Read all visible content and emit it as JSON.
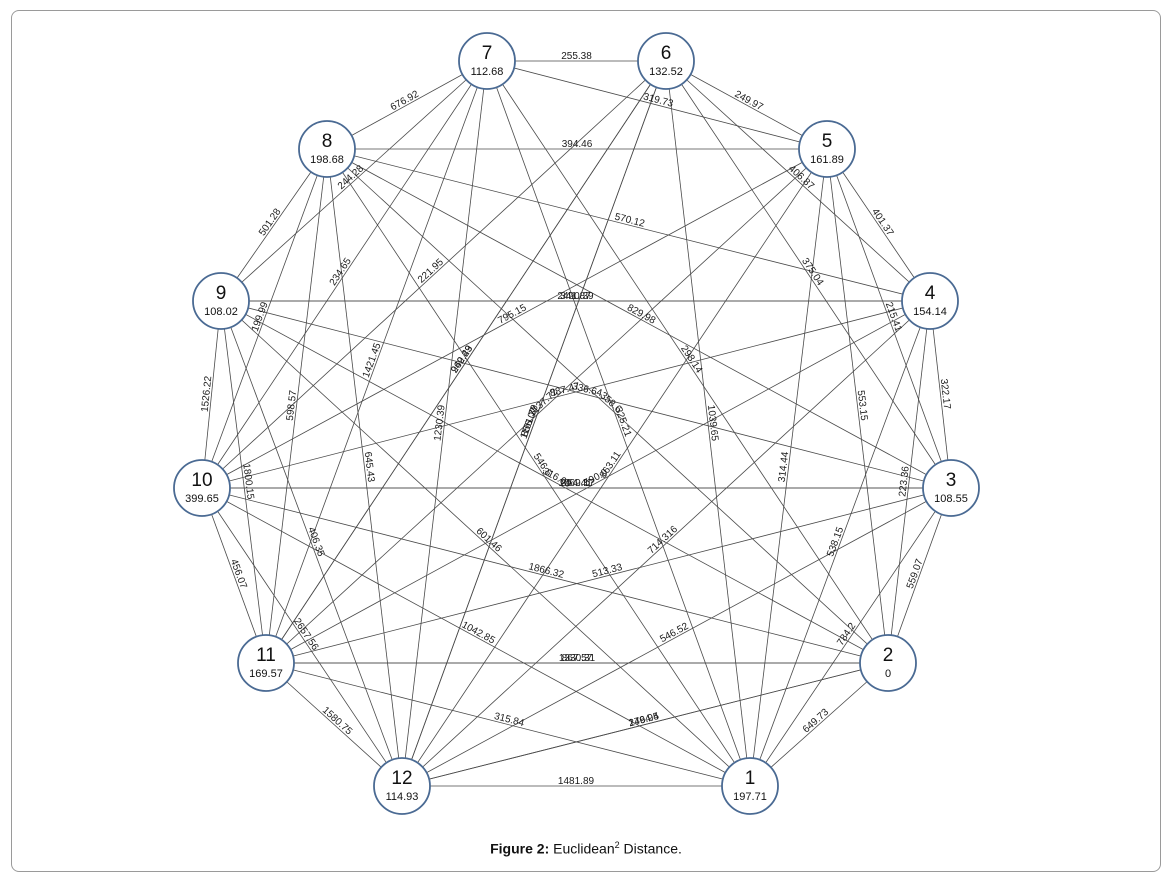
{
  "figure": {
    "caption_label": "Figure 2:",
    "caption_text_pre": "Euclidean",
    "caption_sup": "2",
    "caption_text_post": " Distance."
  },
  "graph": {
    "nodes": [
      {
        "id": "1",
        "value": "197.71"
      },
      {
        "id": "2",
        "value": "0"
      },
      {
        "id": "3",
        "value": "108.55"
      },
      {
        "id": "4",
        "value": "154.14"
      },
      {
        "id": "5",
        "value": "161.89"
      },
      {
        "id": "6",
        "value": "132.52"
      },
      {
        "id": "7",
        "value": "112.68"
      },
      {
        "id": "8",
        "value": "198.68"
      },
      {
        "id": "9",
        "value": "108.02"
      },
      {
        "id": "10",
        "value": "399.65"
      },
      {
        "id": "11",
        "value": "169.57"
      },
      {
        "id": "12",
        "value": "114.93"
      }
    ],
    "edges": [
      {
        "from": "7",
        "to": "6",
        "label": "255.38"
      },
      {
        "from": "6",
        "to": "5",
        "label": "249.97"
      },
      {
        "from": "7",
        "to": "8",
        "label": "676.92"
      },
      {
        "from": "7",
        "to": "5",
        "label": "319.73"
      },
      {
        "from": "6",
        "to": "3",
        "label": "375.04"
      },
      {
        "from": "8",
        "to": "5",
        "label": "394.46"
      },
      {
        "from": "8",
        "to": "9",
        "label": "501.28"
      },
      {
        "from": "7",
        "to": "9",
        "label": "244.28"
      },
      {
        "from": "8",
        "to": "2",
        "label": "358.6"
      },
      {
        "from": "6",
        "to": "4",
        "label": "406.87"
      },
      {
        "from": "5",
        "to": "4",
        "label": "401.37"
      },
      {
        "from": "8",
        "to": "10",
        "label": "199.99"
      },
      {
        "from": "7",
        "to": "10",
        "label": "234.65"
      },
      {
        "from": "8",
        "to": "4",
        "label": "570.12"
      },
      {
        "from": "8",
        "to": "12",
        "label": "645.43"
      },
      {
        "from": "6",
        "to": "12",
        "label": "1161.39"
      },
      {
        "from": "9",
        "to": "4",
        "label": "341.87"
      },
      {
        "from": "7",
        "to": "2",
        "label": "298.14"
      },
      {
        "from": "5",
        "to": "3",
        "label": "215.41"
      },
      {
        "from": "9",
        "to": "11",
        "label": "1800.15"
      },
      {
        "from": "5",
        "to": "11",
        "label": "1137.72"
      },
      {
        "from": "9",
        "to": "3",
        "label": "336.64"
      },
      {
        "from": "4",
        "to": "3",
        "label": "322.17"
      },
      {
        "from": "10",
        "to": "9",
        "label": "1526.22"
      },
      {
        "from": "7",
        "to": "11",
        "label": "1421.45"
      },
      {
        "from": "6",
        "to": "11",
        "label": "962.43"
      },
      {
        "from": "7",
        "to": "1",
        "label": "325.21"
      },
      {
        "from": "8",
        "to": "3",
        "label": "829.98"
      },
      {
        "from": "9",
        "to": "1",
        "label": "601.46"
      },
      {
        "from": "4",
        "to": "2",
        "label": "223.36"
      },
      {
        "from": "6",
        "to": "1",
        "label": "1039.65"
      },
      {
        "from": "5",
        "to": "10",
        "label": "795.15"
      },
      {
        "from": "4",
        "to": "10",
        "label": "887.47"
      },
      {
        "from": "3",
        "to": "11",
        "label": "513.33"
      },
      {
        "from": "6",
        "to": "10",
        "label": "221.95"
      },
      {
        "from": "5",
        "to": "1",
        "label": "314.44"
      },
      {
        "from": "4",
        "to": "12",
        "label": "714.316"
      },
      {
        "from": "7",
        "to": "12",
        "label": "1230.39"
      },
      {
        "from": "9",
        "to": "2",
        "label": "316.69"
      },
      {
        "from": "5",
        "to": "2",
        "label": "553.15"
      },
      {
        "from": "3",
        "to": "12",
        "label": "546.52"
      },
      {
        "from": "3",
        "to": "1",
        "label": "784.2"
      },
      {
        "from": "8",
        "to": "1",
        "label": "546.5"
      },
      {
        "from": "10",
        "to": "11",
        "label": "456.07"
      },
      {
        "from": "4",
        "to": "11",
        "label": "590.0"
      },
      {
        "from": "2",
        "to": "11",
        "label": "867.57"
      },
      {
        "from": "10",
        "to": "3",
        "label": "1069.17"
      },
      {
        "from": "3",
        "to": "2",
        "label": "559.07"
      },
      {
        "from": "9",
        "to": "12",
        "label": "406.35"
      },
      {
        "from": "4",
        "to": "1",
        "label": "538.15"
      },
      {
        "from": "11",
        "to": "1",
        "label": "315.84"
      },
      {
        "from": "8",
        "to": "11",
        "label": "598.57"
      },
      {
        "from": "5",
        "to": "12",
        "label": "863.11"
      },
      {
        "from": "10",
        "to": "12",
        "label": "2657.56"
      },
      {
        "from": "10",
        "to": "2",
        "label": "1866.32"
      },
      {
        "from": "12",
        "to": "6",
        "label": "856.07"
      },
      {
        "from": "4",
        "to": "9",
        "label": "2490.39"
      },
      {
        "from": "10",
        "to": "1",
        "label": "1042.85"
      },
      {
        "from": "3",
        "to": "10",
        "label": "854.41"
      },
      {
        "from": "2",
        "to": "12",
        "label": "276.95"
      },
      {
        "from": "11",
        "to": "2",
        "label": "1330.31"
      },
      {
        "from": "12",
        "to": "2",
        "label": "1494.4"
      },
      {
        "from": "11",
        "to": "12",
        "label": "1580.75"
      },
      {
        "from": "2",
        "to": "1",
        "label": "649.73"
      },
      {
        "from": "11",
        "to": "6",
        "label": "249.29"
      },
      {
        "from": "12",
        "to": "1",
        "label": "1481.89"
      }
    ]
  }
}
